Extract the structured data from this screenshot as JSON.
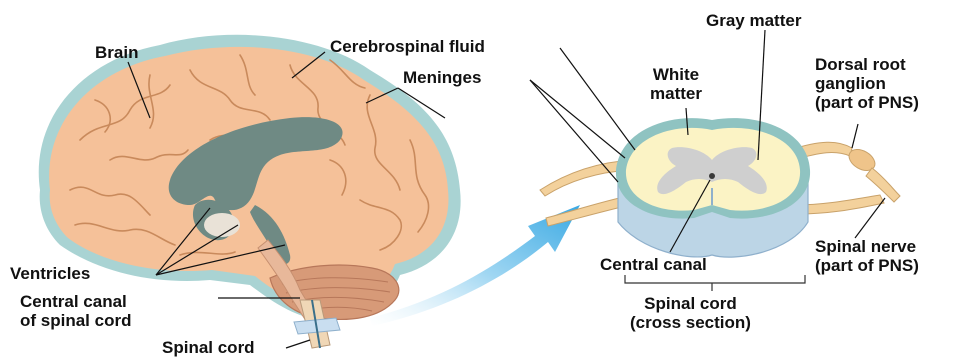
{
  "labels": {
    "brain": "Brain",
    "csf": "Cerebrospinal fluid",
    "meninges": "Meninges",
    "ventricles": "Ventricles",
    "central_canal_of_spinal_cord": "Central canal\nof spinal cord",
    "spinal_cord": "Spinal cord",
    "gray_matter": "Gray matter",
    "white_matter": "White\nmatter",
    "dorsal_root_ganglion": "Dorsal root\nganglion\n(part of PNS)",
    "central_canal": "Central canal",
    "spinal_nerve": "Spinal nerve\n(part of PNS)",
    "spinal_cord_cross_section": "Spinal cord\n(cross section)"
  },
  "colors": {
    "brain_fill": "#f5c199",
    "brain_fold": "#c98a5c",
    "meninges": "#a9d3d3",
    "ventricle": "#6f8a84",
    "cerebellum": "#d79a78",
    "white_matter": "#fbf3c5",
    "gray_matter": "#cfcfcf",
    "cord_side": "#bcd5e6",
    "nerve": "#f3d19c",
    "arrow": "#4db6e8",
    "line": "#111111"
  }
}
